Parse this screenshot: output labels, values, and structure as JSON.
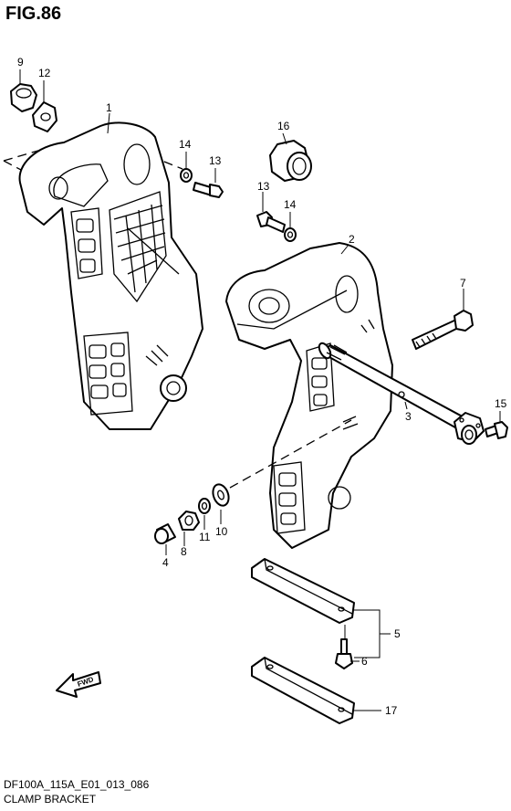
{
  "figure": {
    "title": "FIG.86",
    "code": "DF100A_115A_E01_013_086",
    "name": "CLAMP BRACKET"
  },
  "callouts": {
    "c1": "1",
    "c2": "2",
    "c3": "3",
    "c4": "4",
    "c5": "5",
    "c6": "6",
    "c7": "7",
    "c8": "8",
    "c9": "9",
    "c10": "10",
    "c11": "11",
    "c12": "12",
    "c13a": "13",
    "c13b": "13",
    "c14a": "14",
    "c14b": "14",
    "c15": "15",
    "c16": "16",
    "c17": "17"
  },
  "direction_arrow": {
    "label": "FWD",
    "icon": "forward-arrow-icon"
  }
}
